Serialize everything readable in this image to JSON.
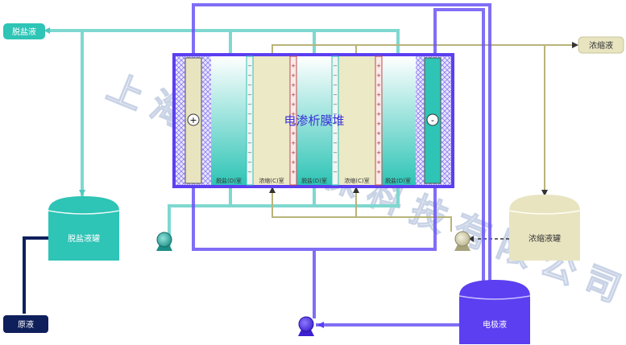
{
  "stack": {
    "title": "电渗析膜堆"
  },
  "anode_symbol": "+",
  "cathode_symbol": "-",
  "compartments": [
    "脱盐(D)室",
    "浓缩(C)室",
    "脱盐(D)室",
    "浓缩(C)室",
    "脱盐(D)室"
  ],
  "membrane_signs": {
    "cation": "−",
    "anion": "+"
  },
  "labels": {
    "desalted_liquid": "脱盐液",
    "concentrate": "浓缩液",
    "desalted_tank": "脱盐液罐",
    "concentrate_tank": "浓缩液罐",
    "raw_liquid": "原液",
    "electrode_liquid": "电极液"
  },
  "watermark": "上海沪析环保科技有限公司",
  "colors": {
    "teal": "#2ec4b6",
    "cyan_line": "#6ed9d0",
    "beige": "#e8e4c0",
    "olive_line": "#b8b47a",
    "purple": "#5b3ff0",
    "navy": "#0e1f5b"
  }
}
